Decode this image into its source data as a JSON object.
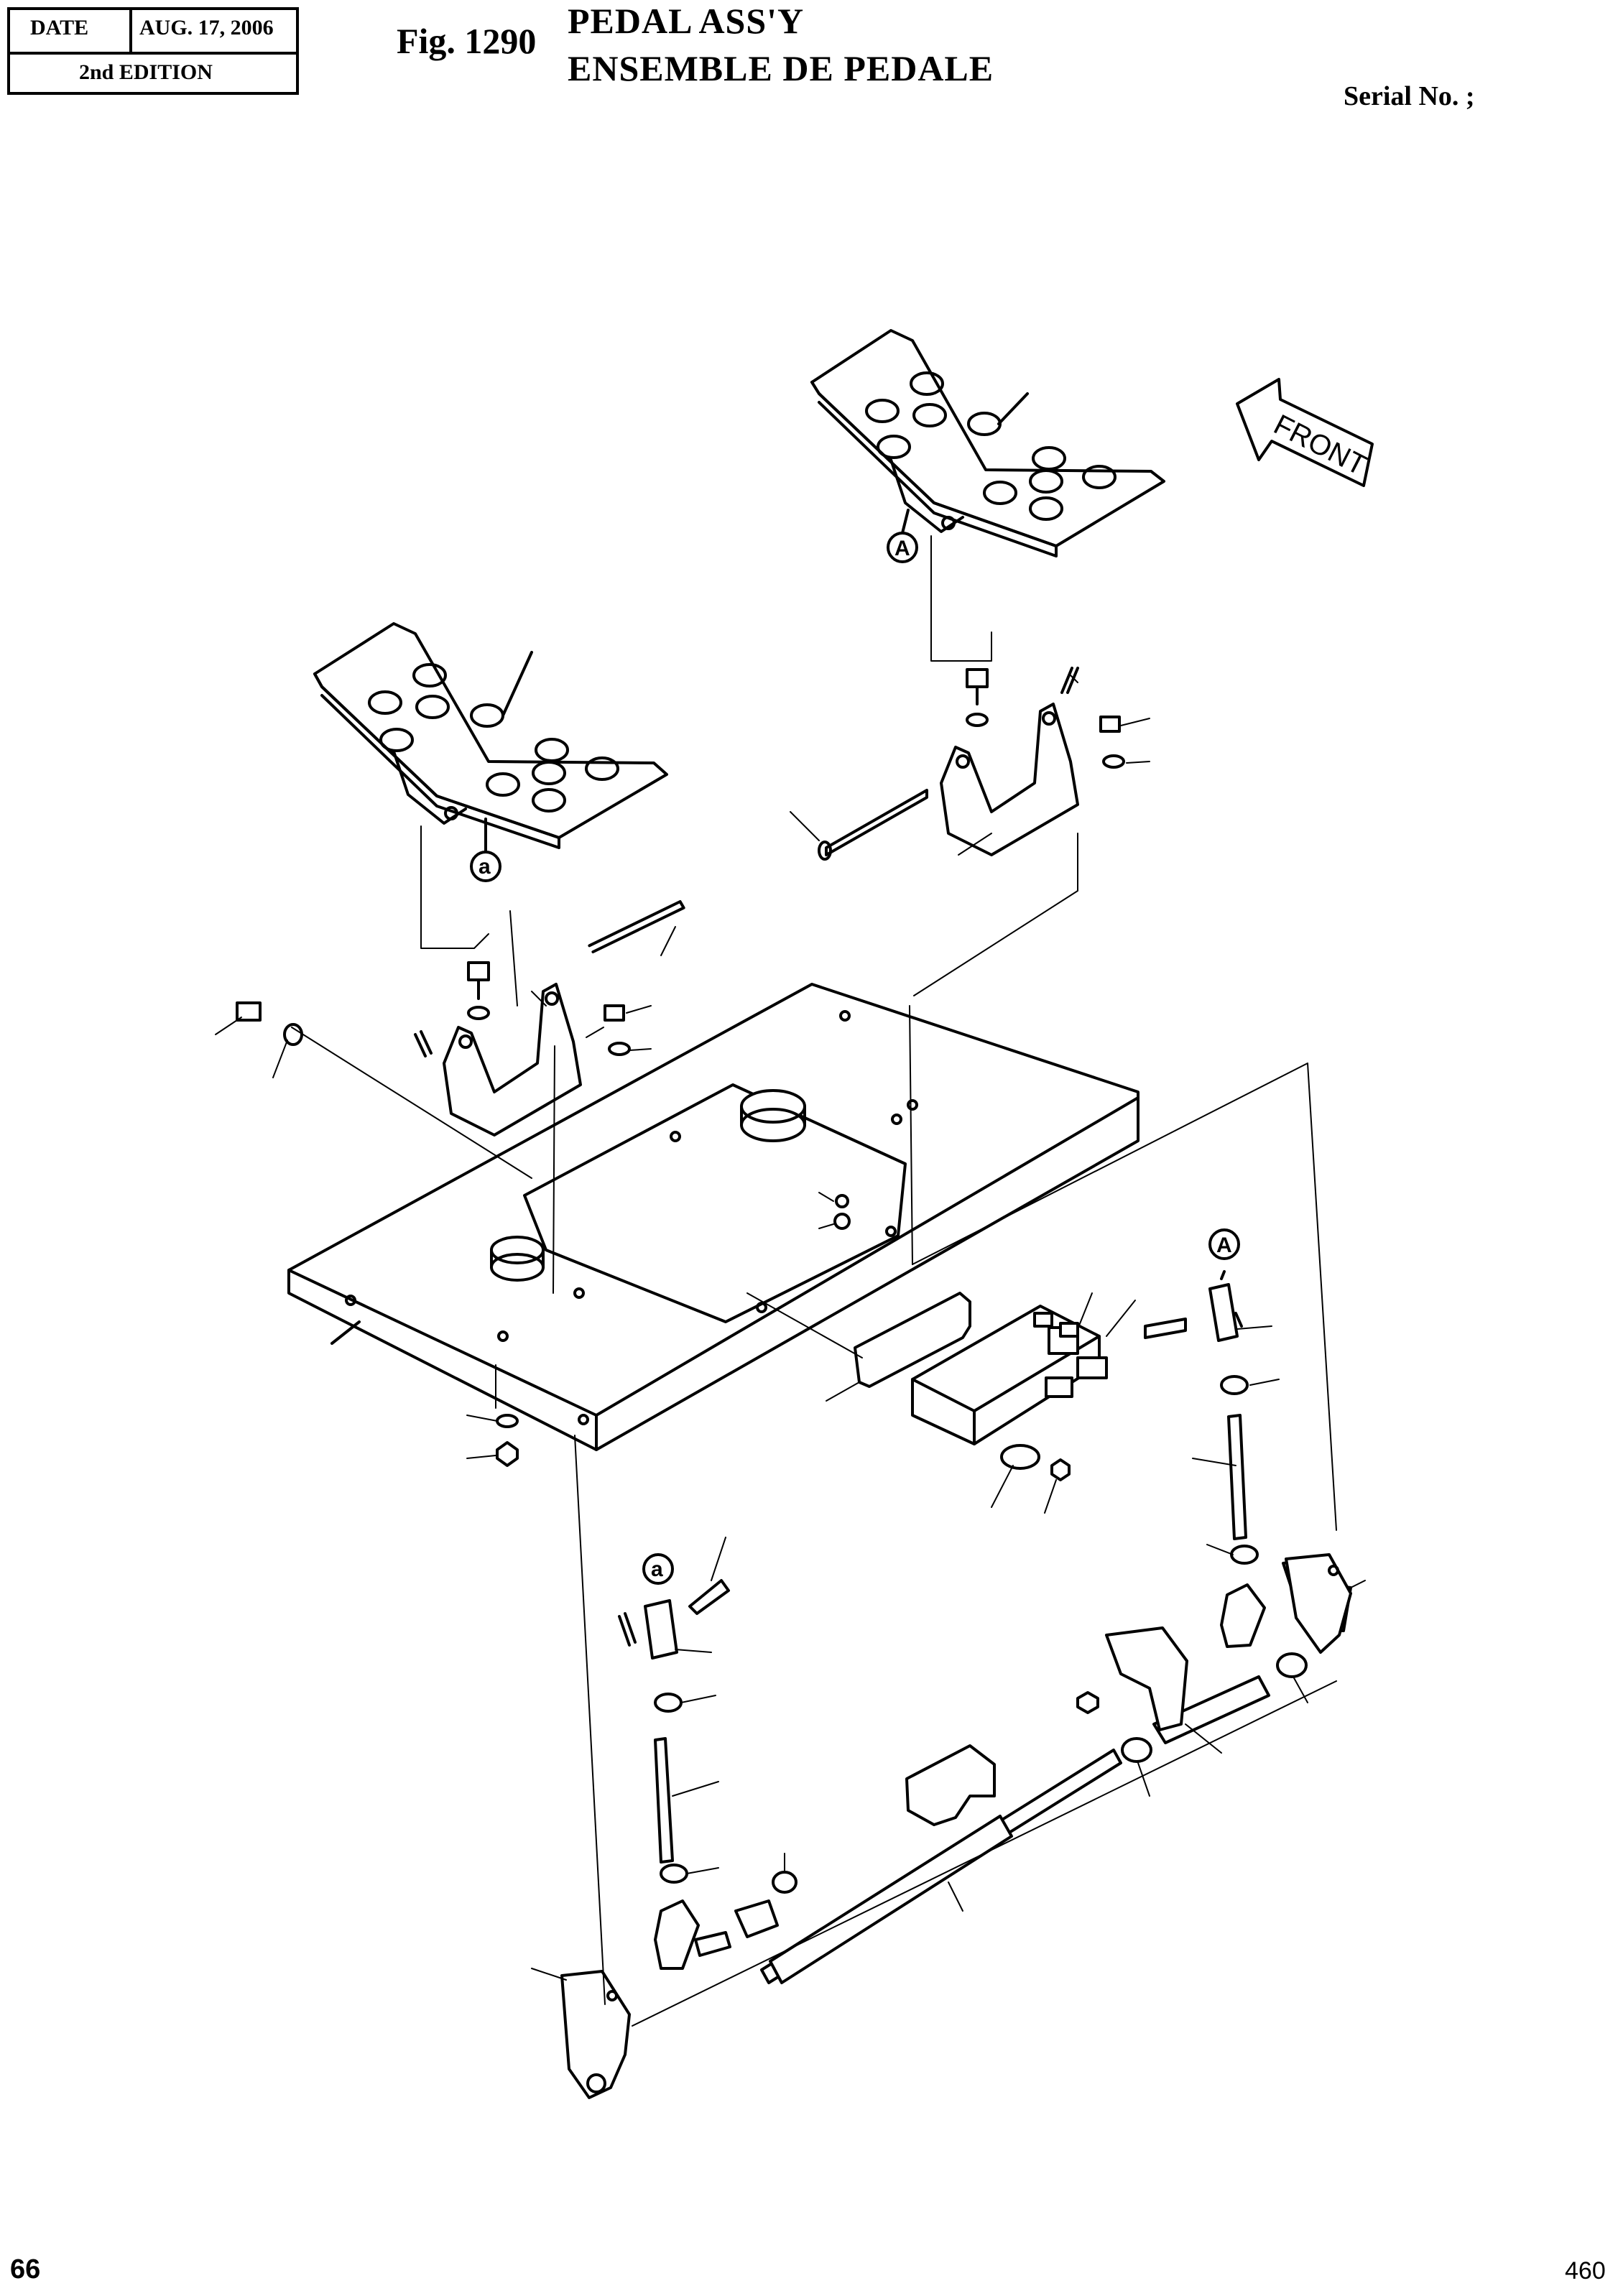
{
  "header": {
    "date_label": "DATE",
    "date_value": "AUG. 17, 2006",
    "edition": "2nd EDITION"
  },
  "figure": {
    "number": "Fig. 1290",
    "title_en": "PEDAL  ASS'Y",
    "title_fr": "ENSEMBLE  DE  PEDALE"
  },
  "serial": "Serial No. ;",
  "footer": {
    "page_left": "66",
    "page_right": "460"
  },
  "diagram": {
    "direction_arrow_label": "FRONT",
    "callouts": [
      "A",
      "a",
      "A",
      "a"
    ]
  }
}
